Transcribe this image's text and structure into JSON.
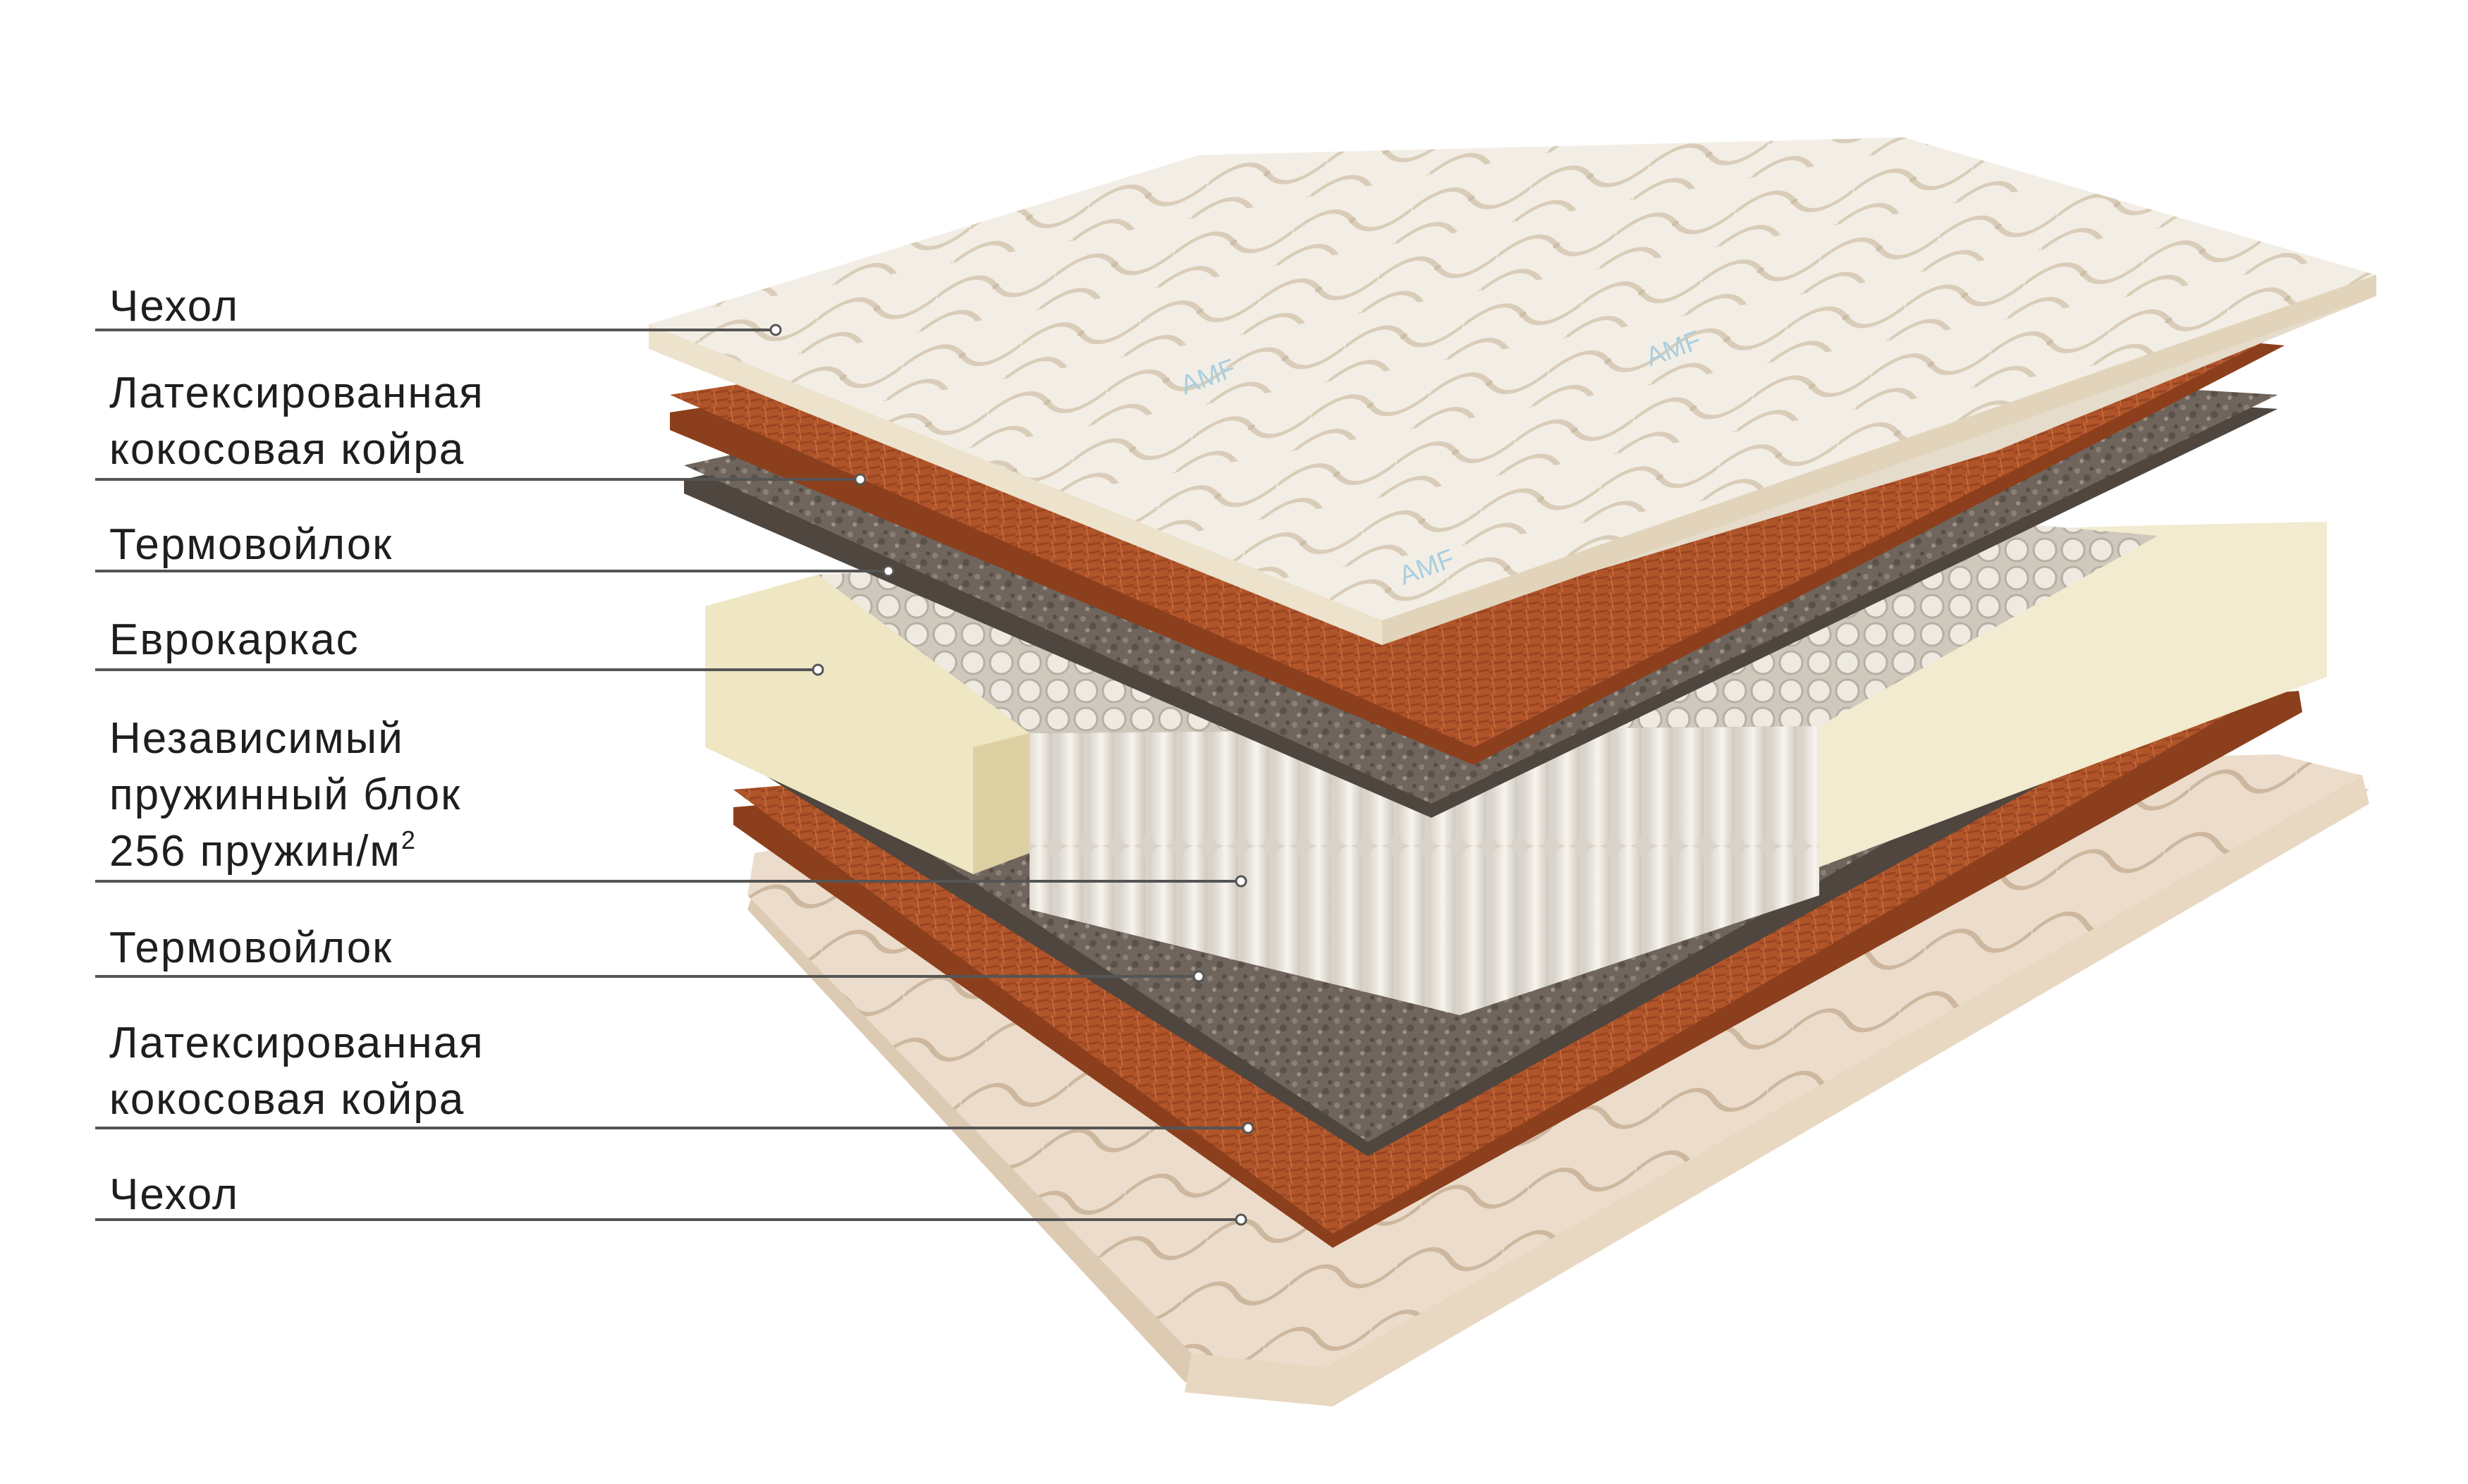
{
  "image_description": {
    "layers": [
      {
        "id": "top-cover",
        "lines": [
          "Чехол"
        ]
      },
      {
        "id": "top-coir",
        "lines": [
          "Латексированная",
          "кокосовая койра"
        ]
      },
      {
        "id": "top-felt",
        "lines": [
          "Термовойлок"
        ]
      },
      {
        "id": "frame",
        "lines": [
          "Еврокаркас"
        ]
      },
      {
        "id": "spring-block",
        "lines": [
          "Независимый",
          "пружинный блок",
          "256 пружин/м"
        ],
        "superscript": "2"
      },
      {
        "id": "bottom-felt",
        "lines": [
          "Термовойлок"
        ]
      },
      {
        "id": "bottom-coir",
        "lines": [
          "Латексированная",
          "кокосовая койра"
        ]
      },
      {
        "id": "bottom-cover",
        "lines": [
          "Чехол"
        ]
      }
    ],
    "cover_logo": "AMF",
    "colors": {
      "cover": "#f1ebe0",
      "cover_shadow": "#d8cbb6",
      "coir": "#b0542a",
      "felt": "#6f655c",
      "foam": "#efe7c6",
      "spring": "#ece8e0",
      "leader_line": "#555555",
      "text": "#1e1e1e"
    }
  }
}
